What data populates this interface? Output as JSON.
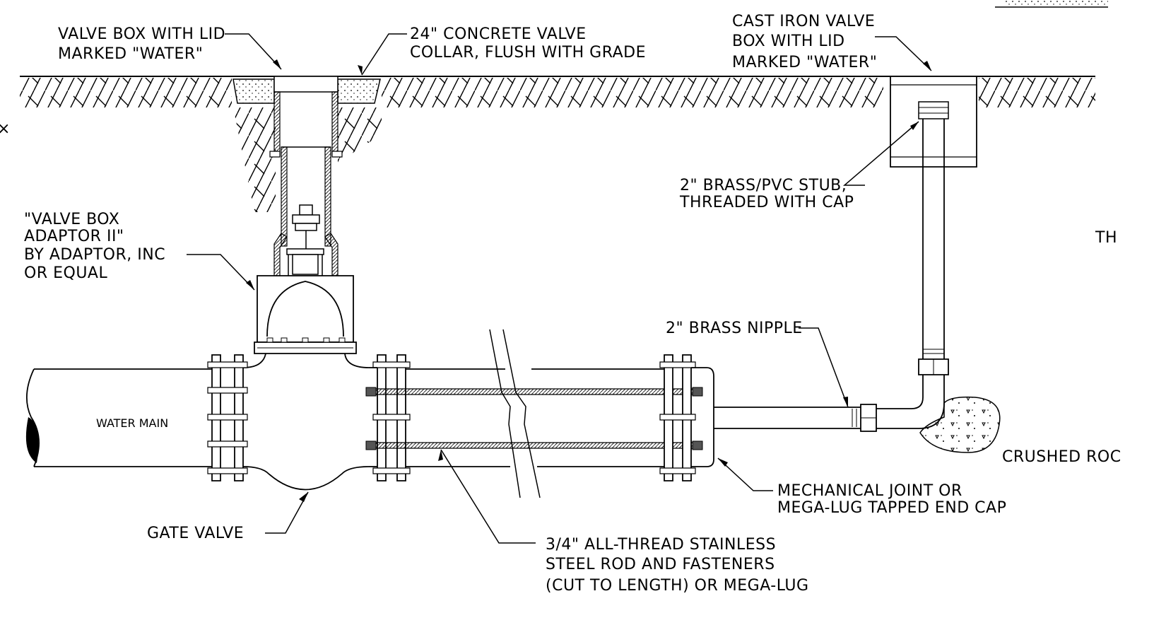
{
  "labels": {
    "valve_box_lid_1": "VALVE BOX WITH LID",
    "valve_box_lid_2": "MARKED \"WATER\"",
    "collar_1": "24\" CONCRETE VALVE",
    "collar_2": "COLLAR, FLUSH WITH GRADE",
    "cast_iron_1": "CAST IRON VALVE",
    "cast_iron_2": "BOX WITH LID",
    "cast_iron_3": "MARKED \"WATER\"",
    "adaptor_1": "\"VALVE BOX",
    "adaptor_2": "ADAPTOR II\"",
    "adaptor_3": "BY ADAPTOR, INC",
    "adaptor_4": "OR EQUAL",
    "stub_1": "2\" BRASS/PVC STUB,",
    "stub_2": "THREADED WITH CAP",
    "nipple": "2\" BRASS NIPPLE",
    "water_main": "WATER MAIN",
    "crushed_rock": "CRUSHED ROC",
    "mech_joint_1": "MECHANICAL JOINT OR",
    "mech_joint_2": "MEGA-LUG TAPPED END CAP",
    "gate_valve": "GATE VALVE",
    "rod_1": "3/4\" ALL-THREAD STAINLESS",
    "rod_2": "STEEL ROD AND FASTENERS",
    "rod_3": "(CUT TO LENGTH) OR MEGA-LUG",
    "edge_left": "×",
    "edge_right": "TH"
  },
  "colors": {
    "line": "#000000",
    "fill_gray": "#d9d9d9",
    "background": "#ffffff"
  }
}
